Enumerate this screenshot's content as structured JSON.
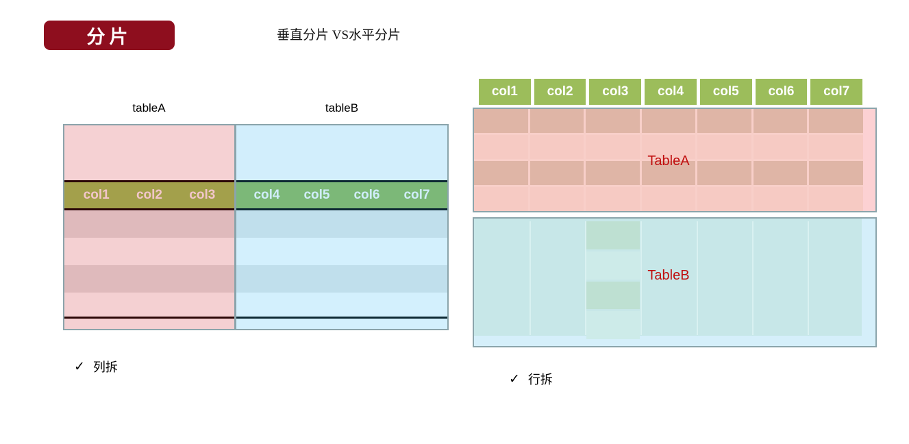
{
  "header": {
    "badge_label": "分片",
    "subtitle": "垂直分片 VS水平分片"
  },
  "vertical": {
    "tableA": {
      "label": "tableA",
      "columns": [
        "col1",
        "col2",
        "col3"
      ]
    },
    "tableB": {
      "label": "tableB",
      "columns": [
        "col4",
        "col5",
        "col6",
        "col7"
      ]
    },
    "caption_check": "✓",
    "caption": "列拆"
  },
  "horizontal": {
    "columns": [
      "col1",
      "col2",
      "col3",
      "col4",
      "col5",
      "col6",
      "col7"
    ],
    "tableA": {
      "label": "TableA"
    },
    "tableB": {
      "label": "TableB"
    },
    "caption_check": "✓",
    "caption": "行拆"
  },
  "colors": {
    "badge_bg": "#8e0e1e",
    "badge_text": "#ffffff",
    "diagram_border": "#8ba4ab",
    "left_pink_band": "#f5d1d3",
    "left_pink_row_dark": "#dfbabc",
    "left_pink_row_light": "#f4d0d2",
    "left_header_olive": "#a3a04b",
    "left_header_olive_text": "#f2c6ca",
    "left_blue_band": "#d2eefc",
    "left_blue_row_dark": "#c0dfec",
    "left_blue_row_light": "#d3f0fd",
    "left_header_green": "#7cb878",
    "left_header_green_text": "#d0edfa",
    "right_header_green": "#9cbd5b",
    "right_tablea_row_dark": "#dfb5a6",
    "right_tablea_row_light": "#f6cac3",
    "right_tableb_base": "#c7e7e8",
    "right_tableb_cell_green": "#bee0d2",
    "table_label_red": "#c00d0d"
  }
}
